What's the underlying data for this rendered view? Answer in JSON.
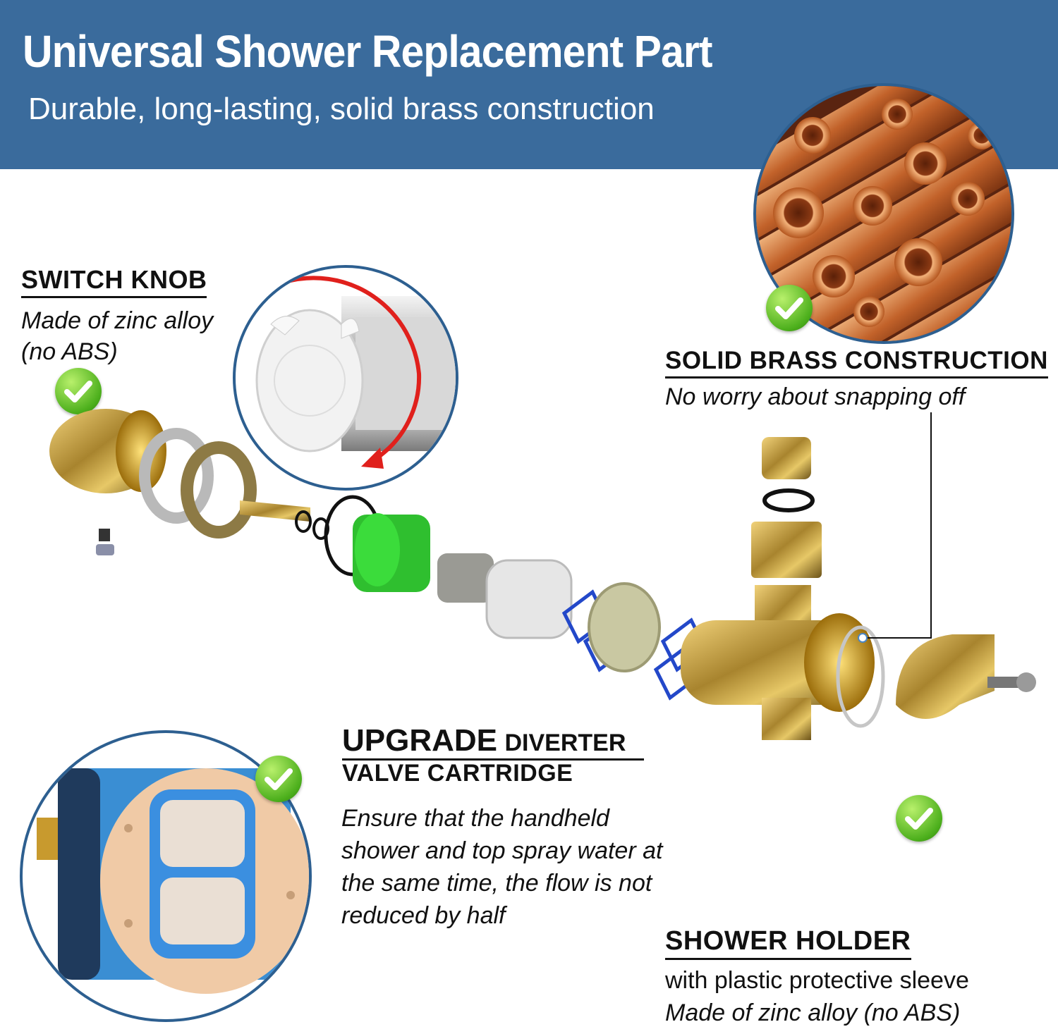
{
  "header": {
    "title": "Universal Shower Replacement Part",
    "subtitle": "Durable, long-lasting, solid brass construction",
    "background": "#3a6b9c"
  },
  "switch_knob": {
    "heading": "SWITCH KNOB",
    "line1": "Made of zinc alloy",
    "line2": "(no ABS)"
  },
  "brass": {
    "heading": "SOLID BRASS CONSTRUCTION",
    "desc": "No worry about snapping off"
  },
  "cartridge": {
    "heading_big": "UPGRADE",
    "heading_small": "DIVERTER",
    "heading_line2": "VALVE CARTRIDGE",
    "desc": [
      "Ensure that the handheld",
      "shower and top spray water at",
      "the same time, the flow is not",
      "reduced by half"
    ]
  },
  "holder": {
    "heading": "SHOWER HOLDER",
    "line1": "with plastic protective sleeve",
    "line2": "Made of zinc alloy (no ABS)"
  },
  "icons": [
    "check-icon",
    "knob-illustration",
    "copper-pipes-illustration",
    "cartridge-illustration",
    "diverter-body-illustration"
  ]
}
